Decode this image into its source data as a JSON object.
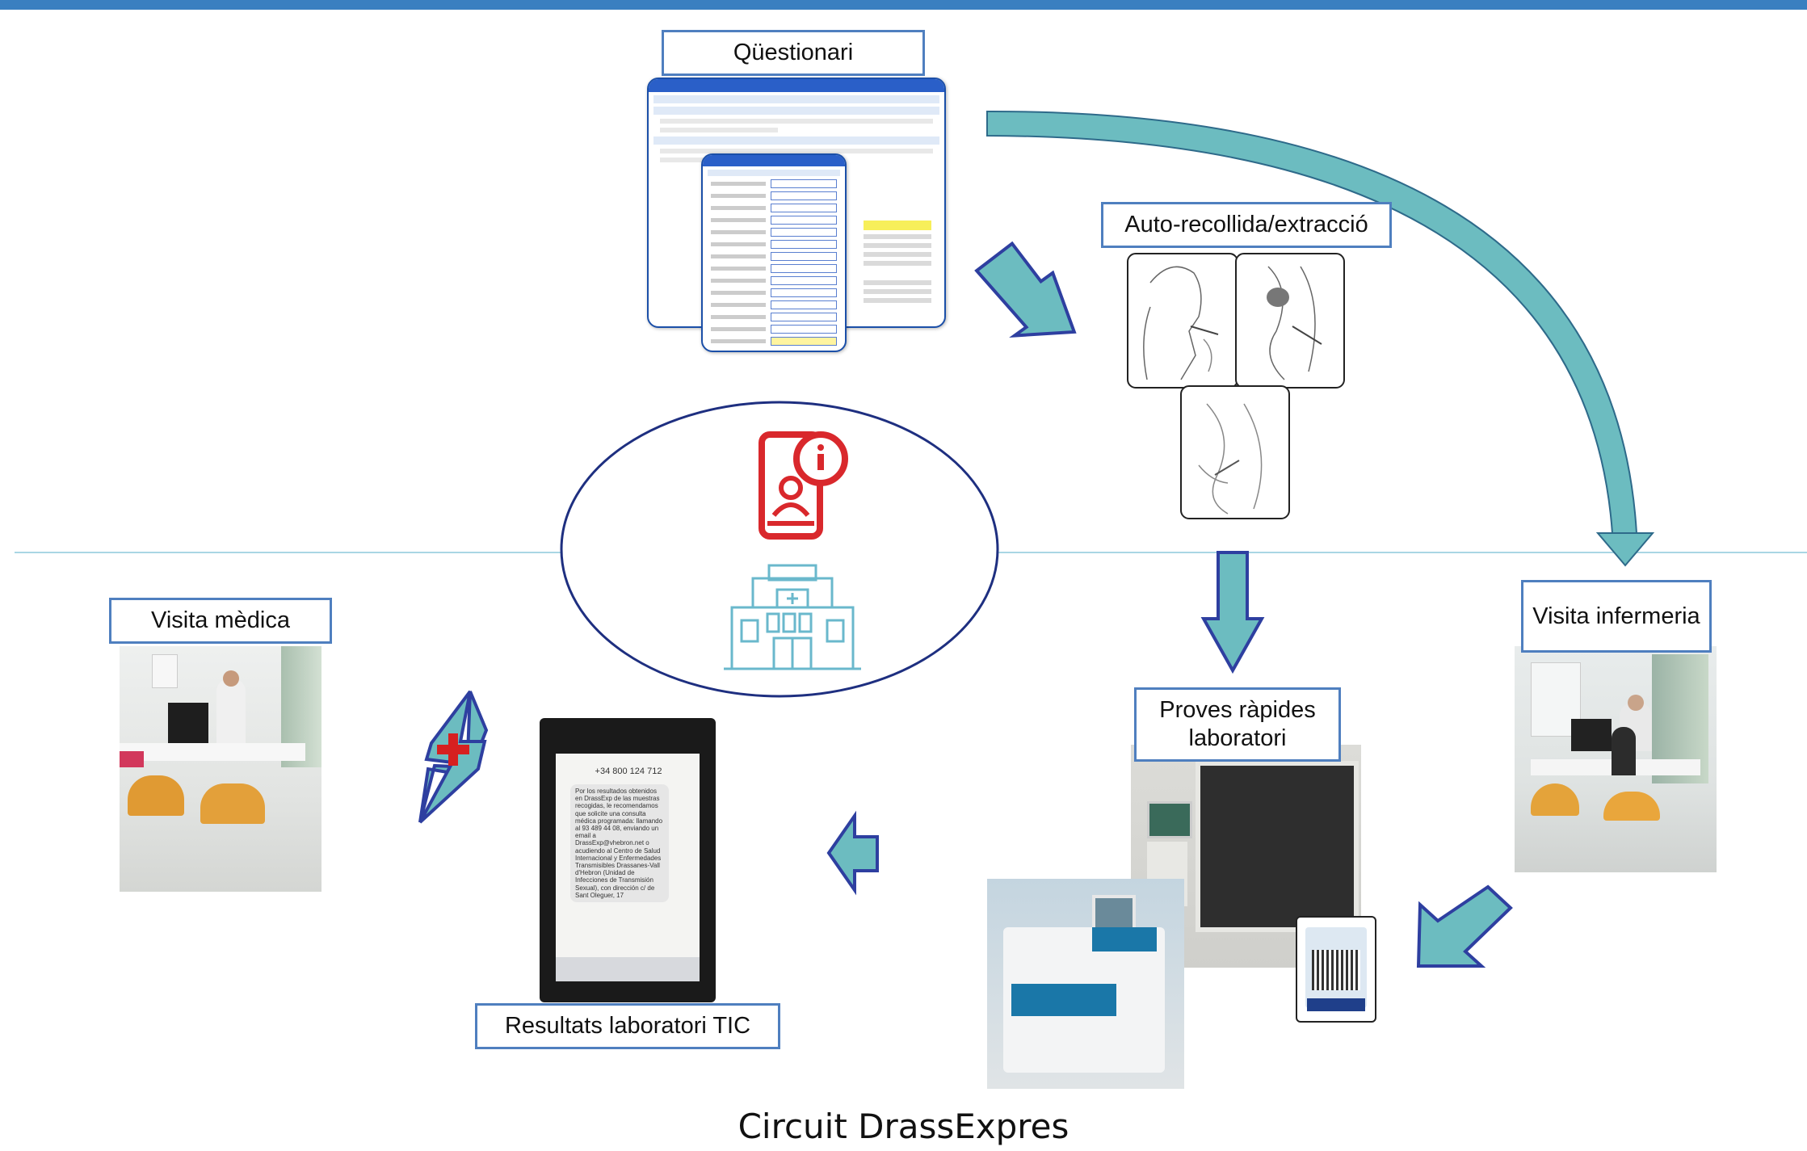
{
  "caption": "Circuit DrassExpres",
  "labels": {
    "questionari": "Qüestionari",
    "autorecollida": "Auto-recollida/extracció",
    "visita_infermeria": "Visita infermeria",
    "proves_rapides": "Proves ràpides laboratori",
    "resultats_tic": "Resultats laboratori TIC",
    "visita_medica": "Visita mèdica"
  },
  "sms": {
    "number": "+34 800 124 712",
    "body": "Por los resultados obtenidos en DrassExp de las muestras recogidas, le recomendamos que solicite una consulta médica programada: llamando al 93 489 44 08, enviando un email a DrassExp@vhebron.net o acudiendo al Centro de Salud Internacional y Enfermedades Transmisibles Drassanes-Vall d'Hebron (Unidad de Infecciones de Transmisión Sexual), con dirección c/ de Sant Oleguer, 17"
  },
  "colors": {
    "topbar": "#3a7fc0",
    "arrow_fill": "#6cbcc0",
    "arrow_stroke": "#2e3fa0",
    "label_border": "#4f7fbf",
    "icon_red": "#d9282c",
    "icon_teal": "#6ab8cc"
  },
  "icons": [
    "mobile-info-icon",
    "hospital-icon",
    "medical-cross-icon"
  ]
}
